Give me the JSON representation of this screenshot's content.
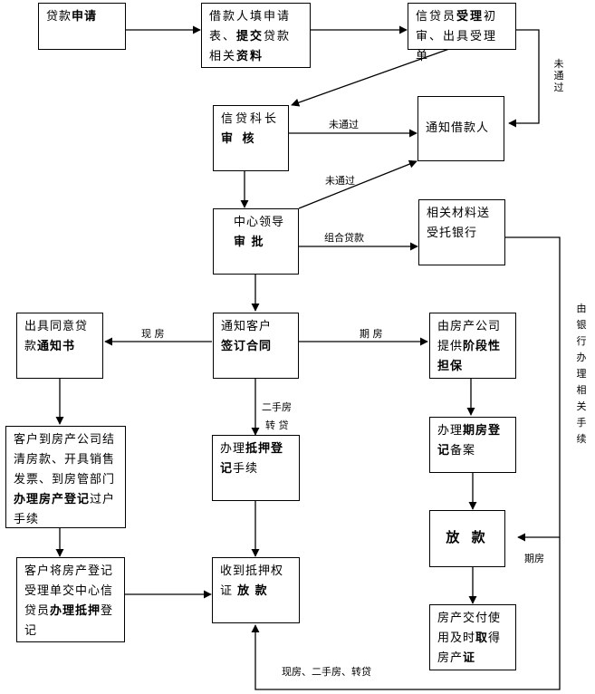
{
  "nodes": [
    {
      "id": "apply",
      "parts": [
        {
          "t": "贷款"
        },
        {
          "t": "申请",
          "b": true
        }
      ]
    },
    {
      "id": "fill-form",
      "parts": [
        {
          "t": "借款人填申请表、"
        },
        {
          "t": "提交",
          "b": true
        },
        {
          "t": "贷款相关"
        },
        {
          "t": "资料",
          "b": true
        }
      ]
    },
    {
      "id": "officer-accept",
      "parts": [
        {
          "t": "信贷员"
        },
        {
          "t": "受理",
          "b": true
        },
        {
          "t": "初审、出具受理单"
        }
      ]
    },
    {
      "id": "section-chief",
      "parts": [
        {
          "t": "信贷科长"
        },
        {
          "br": true
        },
        {
          "t": "审 核",
          "b": true
        }
      ]
    },
    {
      "id": "notify-borrower",
      "parts": [
        {
          "t": "通知借款人"
        }
      ]
    },
    {
      "id": "center-leader",
      "parts": [
        {
          "t": "中心领导"
        },
        {
          "br": true
        },
        {
          "t": "审 批",
          "b": true
        }
      ]
    },
    {
      "id": "send-bank",
      "parts": [
        {
          "t": "相关材料送受托银行"
        }
      ]
    },
    {
      "id": "notify-contract",
      "parts": [
        {
          "t": "通知客户"
        },
        {
          "br": true
        },
        {
          "t": "签订合同",
          "b": true
        }
      ]
    },
    {
      "id": "consent-notice",
      "parts": [
        {
          "t": "出具同意贷款"
        },
        {
          "t": "通知书",
          "b": true
        }
      ]
    },
    {
      "id": "developer-guarantee",
      "parts": [
        {
          "t": "由房产公司提供"
        },
        {
          "t": "阶段性担保",
          "b": true
        }
      ]
    },
    {
      "id": "settle-transfer",
      "parts": [
        {
          "t": "客户到房产公司结清房款、开具销售发票、到房管部门"
        },
        {
          "t": "办理房产登记",
          "b": true
        },
        {
          "t": "过户手续"
        }
      ]
    },
    {
      "id": "mortgage-register",
      "parts": [
        {
          "t": "办理"
        },
        {
          "t": "抵押登",
          "b": true
        },
        {
          "br": true
        },
        {
          "t": "记",
          "b": true
        },
        {
          "t": "手续"
        }
      ]
    },
    {
      "id": "presale-register",
      "parts": [
        {
          "t": "办理"
        },
        {
          "t": "期房登",
          "b": true
        },
        {
          "br": true
        },
        {
          "t": "记",
          "b": true
        },
        {
          "t": "备案"
        }
      ]
    },
    {
      "id": "submit-receipt",
      "parts": [
        {
          "t": "客户将房产登记受理单交中心信贷员"
        },
        {
          "t": "办理抵押",
          "b": true
        },
        {
          "t": "登记"
        }
      ]
    },
    {
      "id": "receive-cert-loan",
      "parts": [
        {
          "t": "收到抵押权证 "
        },
        {
          "t": "放 款",
          "b": true
        }
      ]
    },
    {
      "id": "disburse",
      "parts": [
        {
          "t": "放 款",
          "b": true
        }
      ]
    },
    {
      "id": "deliver-cert",
      "parts": [
        {
          "t": "房产交付使用及时"
        },
        {
          "t": "取",
          "b": true
        },
        {
          "t": "得房产"
        },
        {
          "t": "证",
          "b": true
        }
      ]
    }
  ],
  "edge_labels": {
    "officer_reject": "未通过",
    "chief_reject": "未通过",
    "leader_reject": "未通过",
    "combo_loan": "组合贷款",
    "existing_house": "现 房",
    "presale_house": "期 房",
    "second_hand_1": "二手房",
    "second_hand_2": "转 贷",
    "bank_handles": "由银行办理相关手续",
    "presale_disburse": "期房",
    "bottom_return": "现房、二手房、转贷"
  }
}
